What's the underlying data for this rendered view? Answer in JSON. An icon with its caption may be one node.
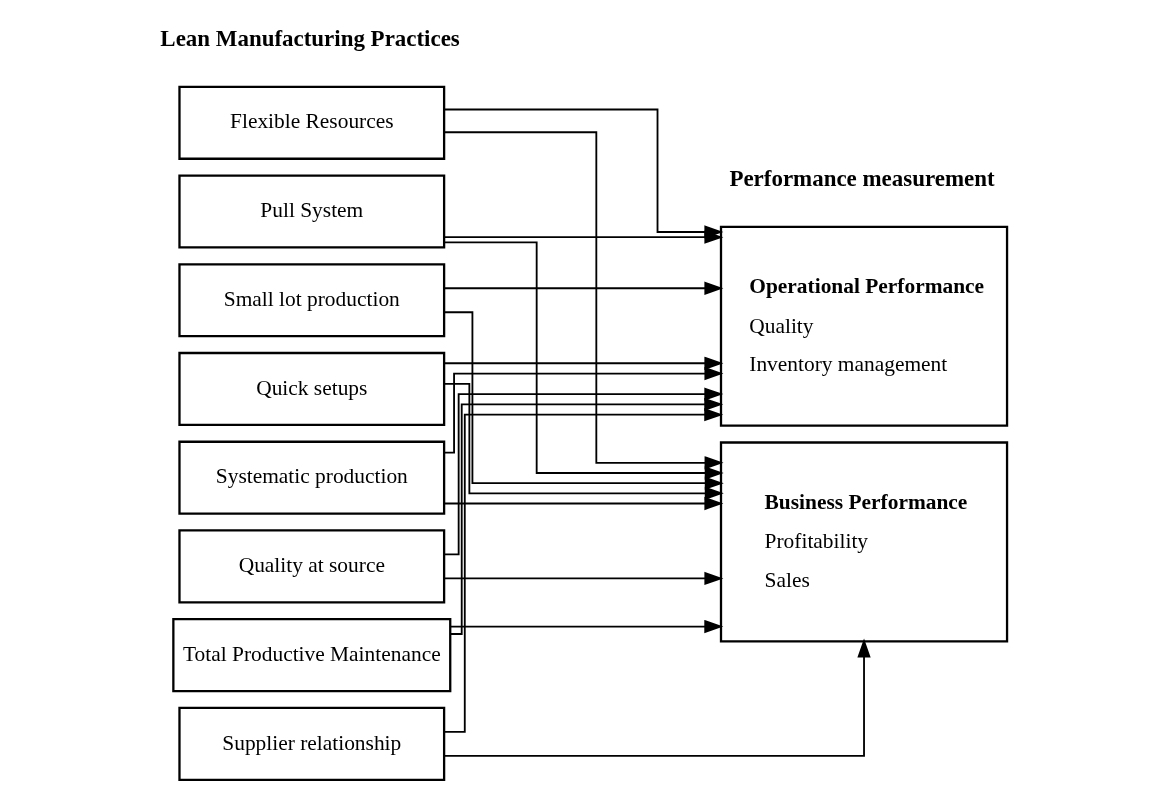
{
  "diagram": {
    "nodes": [
      {
        "text": [
          "Flexible Resources"
        ]
      },
      {
        "text": [
          "Pull System"
        ]
      },
      {
        "text": [
          "Small lot production"
        ]
      },
      {
        "text": [
          "Quick setups"
        ]
      },
      {
        "text": [
          "Systematic production"
        ]
      },
      {
        "text": [
          "Quality at source"
        ]
      },
      {
        "text": [
          "Total Productive Maintenance"
        ]
      },
      {
        "text": [
          "Supplier relationship"
        ]
      },
      {
        "text": [
          "Operational Performance",
          "Quality",
          "Inventory management"
        ]
      },
      {
        "text": [
          "Business Performance",
          "Profitability",
          "Sales"
        ]
      }
    ],
    "edges": [
      {
        "from": 0,
        "to": 8,
        "arrow": "to"
      },
      {
        "from": 1,
        "to": 8,
        "arrow": "to"
      },
      {
        "from": 2,
        "to": 8,
        "arrow": "to"
      },
      {
        "from": 3,
        "to": 8,
        "arrow": "to"
      },
      {
        "from": 4,
        "to": 8,
        "arrow": "to"
      },
      {
        "from": 5,
        "to": 8,
        "arrow": "to"
      },
      {
        "from": 6,
        "to": 8,
        "arrow": "to"
      },
      {
        "from": 7,
        "to": 8,
        "arrow": "to"
      },
      {
        "from": 0,
        "to": 9,
        "arrow": "to"
      },
      {
        "from": 1,
        "to": 9,
        "arrow": "to"
      },
      {
        "from": 2,
        "to": 9,
        "arrow": "to"
      },
      {
        "from": 3,
        "to": 9,
        "arrow": "to"
      },
      {
        "from": 4,
        "to": 9,
        "arrow": "to"
      },
      {
        "from": 5,
        "to": 9,
        "arrow": "to"
      },
      {
        "from": 6,
        "to": 9,
        "arrow": "to"
      },
      {
        "from": 7,
        "to": 9,
        "arrow": "to"
      }
    ],
    "labels": [
      "Lean Manufacturing Practices",
      "Performance measurement"
    ]
  }
}
